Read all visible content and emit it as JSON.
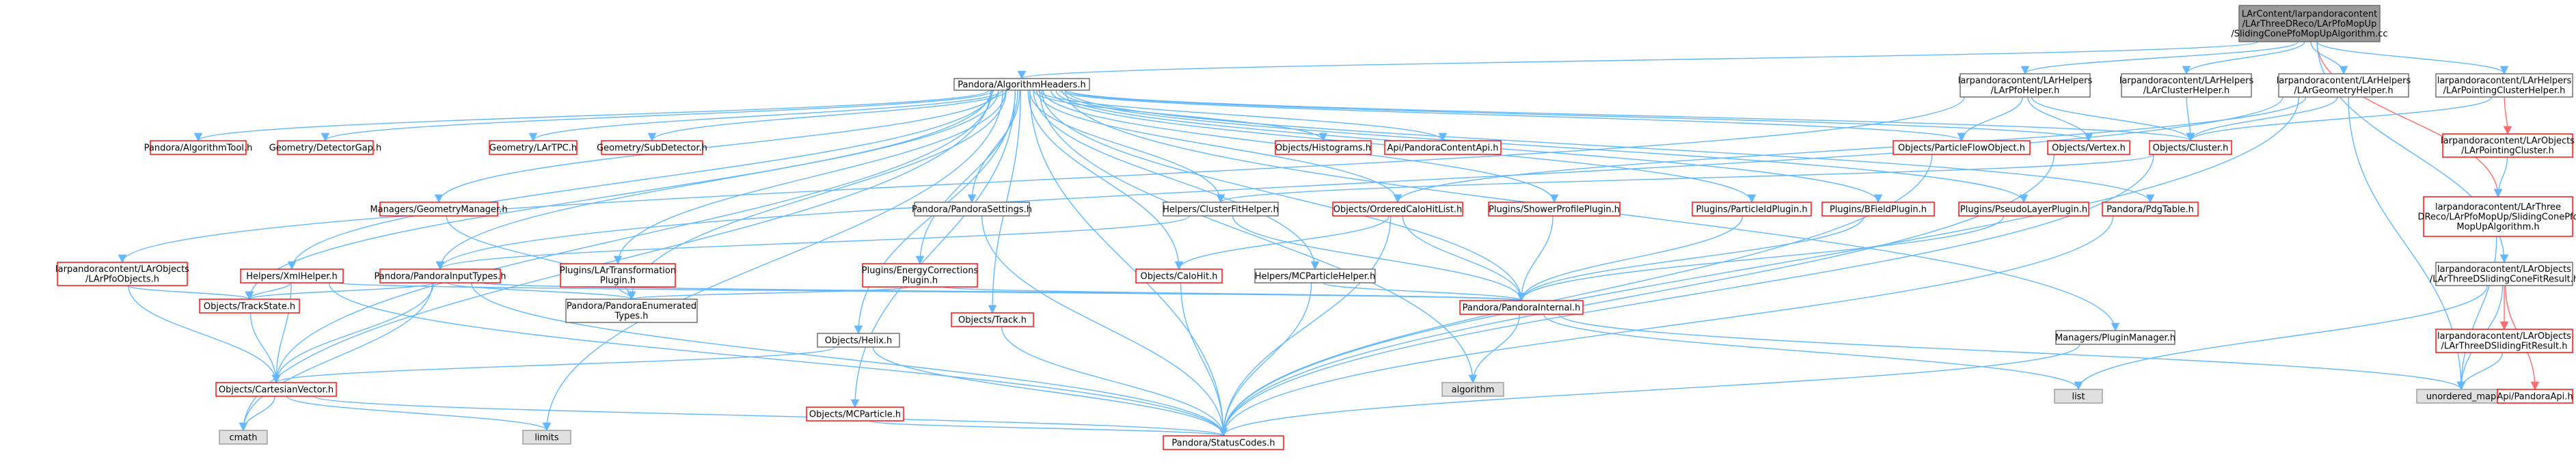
{
  "diagram": {
    "title": "",
    "style": {
      "edge_color": "#63b8ff",
      "edge_color_special": "#ff6b6b",
      "root_fill": "#999999",
      "root_border": "#666666",
      "plain_fill": "#ffffff",
      "plain_border": "#666666",
      "link_fill": "#ffffff",
      "link_border": "#ff0000",
      "system_fill": "#e0e0e0",
      "system_border": "#999999"
    },
    "nodes": [
      {
        "id": "root",
        "kind": "root",
        "lines": [
          "LArContent/larpandoracontent",
          "/LArThreeDReco/LArPfoMopUp",
          "/SlidingConePfoMopUpAlgorithm.cc"
        ]
      },
      {
        "id": "algheaders",
        "kind": "plain",
        "lines": [
          "Pandora/AlgorithmHeaders.h"
        ]
      },
      {
        "id": "pfohelper",
        "kind": "plain",
        "lines": [
          "larpandoracontent/LArHelpers",
          "/LArPfoHelper.h"
        ]
      },
      {
        "id": "clusterhelper",
        "kind": "plain",
        "lines": [
          "larpandoracontent/LArHelpers",
          "/LArClusterHelper.h"
        ]
      },
      {
        "id": "geomhelper",
        "kind": "plain",
        "lines": [
          "larpandoracontent/LArHelpers",
          "/LArGeometryHelper.h"
        ]
      },
      {
        "id": "pointclushelper",
        "kind": "plain",
        "lines": [
          "larpandoracontent/LArHelpers",
          "/LArPointingClusterHelper.h"
        ]
      },
      {
        "id": "algtool",
        "kind": "link",
        "lines": [
          "Pandora/AlgorithmTool.h"
        ]
      },
      {
        "id": "detgap",
        "kind": "link",
        "lines": [
          "Geometry/DetectorGap.h"
        ]
      },
      {
        "id": "lartpc",
        "kind": "link",
        "lines": [
          "Geometry/LArTPC.h"
        ]
      },
      {
        "id": "subdet",
        "kind": "link",
        "lines": [
          "Geometry/SubDetector.h"
        ]
      },
      {
        "id": "histos",
        "kind": "link",
        "lines": [
          "Objects/Histograms.h"
        ]
      },
      {
        "id": "contentapi",
        "kind": "link",
        "lines": [
          "Api/PandoraContentApi.h"
        ]
      },
      {
        "id": "pfoobj",
        "kind": "link",
        "lines": [
          "Objects/ParticleFlowObject.h"
        ]
      },
      {
        "id": "vertex",
        "kind": "link",
        "lines": [
          "Objects/Vertex.h"
        ]
      },
      {
        "id": "cluster",
        "kind": "link",
        "lines": [
          "Objects/Cluster.h"
        ]
      },
      {
        "id": "pointingcluster",
        "kind": "link",
        "lines": [
          "larpandoracontent/LArObjects",
          "/LArPointingCluster.h"
        ]
      },
      {
        "id": "geommgr",
        "kind": "link",
        "lines": [
          "Managers/GeometryManager.h"
        ]
      },
      {
        "id": "settings",
        "kind": "plain",
        "lines": [
          "Pandora/PandoraSettings.h"
        ]
      },
      {
        "id": "clusfithelper",
        "kind": "plain",
        "lines": [
          "Helpers/ClusterFitHelper.h"
        ]
      },
      {
        "id": "orderedcalo",
        "kind": "link",
        "lines": [
          "Objects/OrderedCaloHitList.h"
        ]
      },
      {
        "id": "showerprofile",
        "kind": "link",
        "lines": [
          "Plugins/ShowerProfilePlugin.h"
        ]
      },
      {
        "id": "pidplugin",
        "kind": "link",
        "lines": [
          "Plugins/ParticleIdPlugin.h"
        ]
      },
      {
        "id": "bfield",
        "kind": "link",
        "lines": [
          "Plugins/BFieldPlugin.h"
        ]
      },
      {
        "id": "pseudolayer",
        "kind": "link",
        "lines": [
          "Plugins/PseudoLayerPlugin.h"
        ]
      },
      {
        "id": "pdgtable",
        "kind": "link",
        "lines": [
          "Pandora/PdgTable.h"
        ]
      },
      {
        "id": "slidingconealg",
        "kind": "link",
        "lines": [
          "larpandoracontent/LArThree",
          "DReco/LArPfoMopUp/SlidingConePfo",
          "MopUpAlgorithm.h"
        ]
      },
      {
        "id": "pfoobjects",
        "kind": "link",
        "lines": [
          "larpandoracontent/LArObjects",
          "/LArPfoObjects.h"
        ]
      },
      {
        "id": "xmlhelper",
        "kind": "link",
        "lines": [
          "Helpers/XmlHelper.h"
        ]
      },
      {
        "id": "inputtypes",
        "kind": "link",
        "lines": [
          "Pandora/PandoraInputTypes.h"
        ]
      },
      {
        "id": "transplugin",
        "kind": "link",
        "lines": [
          "Plugins/LArTransformation",
          "Plugin.h"
        ]
      },
      {
        "id": "energycorr",
        "kind": "link",
        "lines": [
          "Plugins/EnergyCorrections",
          "Plugin.h"
        ]
      },
      {
        "id": "calohit",
        "kind": "link",
        "lines": [
          "Objects/CaloHit.h"
        ]
      },
      {
        "id": "mcphelper",
        "kind": "plain",
        "lines": [
          "Helpers/MCParticleHelper.h"
        ]
      },
      {
        "id": "slidingconefit",
        "kind": "plain",
        "lines": [
          "larpandoracontent/LArObjects",
          "/LArThreeDSlidingConeFitResult.h"
        ]
      },
      {
        "id": "trackstate",
        "kind": "link",
        "lines": [
          "Objects/TrackState.h"
        ]
      },
      {
        "id": "enumtypes",
        "kind": "plain",
        "lines": [
          "Pandora/PandoraEnumerated",
          "Types.h"
        ]
      },
      {
        "id": "track",
        "kind": "link",
        "lines": [
          "Objects/Track.h"
        ]
      },
      {
        "id": "helix",
        "kind": "plain",
        "lines": [
          "Objects/Helix.h"
        ]
      },
      {
        "id": "internal",
        "kind": "link",
        "lines": [
          "Pandora/PandoraInternal.h"
        ]
      },
      {
        "id": "pluginmgr",
        "kind": "plain",
        "lines": [
          "Managers/PluginManager.h"
        ]
      },
      {
        "id": "slidingfit",
        "kind": "link",
        "lines": [
          "larpandoracontent/LArObjects",
          "/LArThreeDSlidingFitResult.h"
        ]
      },
      {
        "id": "cartvec",
        "kind": "link",
        "lines": [
          "Objects/CartesianVector.h"
        ]
      },
      {
        "id": "mcparticle",
        "kind": "link",
        "lines": [
          "Objects/MCParticle.h"
        ]
      },
      {
        "id": "algorithm",
        "kind": "system",
        "lines": [
          "algorithm"
        ]
      },
      {
        "id": "list",
        "kind": "system",
        "lines": [
          "list"
        ]
      },
      {
        "id": "unorderedmap",
        "kind": "system",
        "lines": [
          "unordered_map"
        ]
      },
      {
        "id": "pandoraapi",
        "kind": "link",
        "lines": [
          "Api/PandoraApi.h"
        ]
      },
      {
        "id": "cmath",
        "kind": "system",
        "lines": [
          "cmath"
        ]
      },
      {
        "id": "limits",
        "kind": "system",
        "lines": [
          "limits"
        ]
      },
      {
        "id": "statuscodes",
        "kind": "link",
        "lines": [
          "Pandora/StatusCodes.h"
        ]
      }
    ],
    "edges": [
      [
        "root",
        "algheaders"
      ],
      [
        "root",
        "pfohelper"
      ],
      [
        "root",
        "clusterhelper"
      ],
      [
        "root",
        "geomhelper"
      ],
      [
        "root",
        "pointclushelper"
      ],
      [
        "root",
        "slidingconealg"
      ],
      [
        "root",
        "slidingconefit"
      ],
      [
        "algheaders",
        "algtool"
      ],
      [
        "algheaders",
        "detgap"
      ],
      [
        "algheaders",
        "lartpc"
      ],
      [
        "algheaders",
        "subdet"
      ],
      [
        "algheaders",
        "histos"
      ],
      [
        "algheaders",
        "contentapi"
      ],
      [
        "algheaders",
        "pfoobj"
      ],
      [
        "algheaders",
        "vertex"
      ],
      [
        "algheaders",
        "cluster"
      ],
      [
        "algheaders",
        "geommgr"
      ],
      [
        "algheaders",
        "settings"
      ],
      [
        "algheaders",
        "clusfithelper"
      ],
      [
        "algheaders",
        "orderedcalo"
      ],
      [
        "algheaders",
        "showerprofile"
      ],
      [
        "algheaders",
        "pidplugin"
      ],
      [
        "algheaders",
        "bfield"
      ],
      [
        "algheaders",
        "pseudolayer"
      ],
      [
        "algheaders",
        "pdgtable"
      ],
      [
        "algheaders",
        "xmlhelper"
      ],
      [
        "algheaders",
        "inputtypes"
      ],
      [
        "algheaders",
        "transplugin"
      ],
      [
        "algheaders",
        "energycorr"
      ],
      [
        "algheaders",
        "calohit"
      ],
      [
        "algheaders",
        "mcphelper"
      ],
      [
        "algheaders",
        "trackstate"
      ],
      [
        "algheaders",
        "enumtypes"
      ],
      [
        "algheaders",
        "track"
      ],
      [
        "algheaders",
        "helix"
      ],
      [
        "algheaders",
        "internal"
      ],
      [
        "algheaders",
        "pluginmgr"
      ],
      [
        "algheaders",
        "cartvec"
      ],
      [
        "algheaders",
        "mcparticle"
      ],
      [
        "algheaders",
        "statuscodes"
      ],
      [
        "algheaders",
        "cmath"
      ],
      [
        "algheaders",
        "limits"
      ],
      [
        "algheaders",
        "algorithm"
      ],
      [
        "pfohelper",
        "pfoobjects"
      ],
      [
        "pfohelper",
        "pfoobj"
      ],
      [
        "pfohelper",
        "vertex"
      ],
      [
        "pfohelper",
        "cluster"
      ],
      [
        "clusterhelper",
        "cluster"
      ],
      [
        "geomhelper",
        "cluster"
      ],
      [
        "geomhelper",
        "unorderedmap"
      ],
      [
        "geomhelper",
        "statuscodes"
      ],
      [
        "geomhelper",
        "inputtypes"
      ],
      [
        "geomhelper",
        "orderedcalo"
      ],
      [
        "pointclushelper",
        "cluster"
      ],
      [
        "pointclushelper",
        "pointingcluster"
      ],
      [
        "pointingcluster",
        "slidingconealg"
      ],
      [
        "slidingconealg",
        "unorderedmap"
      ],
      [
        "cluster",
        "clusfithelper"
      ],
      [
        "cluster",
        "statuscodes"
      ],
      [
        "pfoobj",
        "statuscodes"
      ],
      [
        "vertex",
        "statuscodes"
      ],
      [
        "geommgr",
        "enumtypes"
      ],
      [
        "settings",
        "statuscodes"
      ],
      [
        "clusfithelper",
        "inputtypes"
      ],
      [
        "clusfithelper",
        "internal"
      ],
      [
        "orderedcalo",
        "calohit"
      ],
      [
        "orderedcalo",
        "internal"
      ],
      [
        "orderedcalo",
        "statuscodes"
      ],
      [
        "showerprofile",
        "internal"
      ],
      [
        "pidplugin",
        "internal"
      ],
      [
        "bfield",
        "internal"
      ],
      [
        "pseudolayer",
        "internal"
      ],
      [
        "pdgtable",
        "statuscodes"
      ],
      [
        "pfoobjects",
        "trackstate"
      ],
      [
        "pfoobjects",
        "cartvec"
      ],
      [
        "xmlhelper",
        "trackstate"
      ],
      [
        "xmlhelper",
        "cartvec"
      ],
      [
        "xmlhelper",
        "internal"
      ],
      [
        "xmlhelper",
        "statuscodes"
      ],
      [
        "inputtypes",
        "trackstate"
      ],
      [
        "inputtypes",
        "enumtypes"
      ],
      [
        "inputtypes",
        "cartvec"
      ],
      [
        "inputtypes",
        "cmath"
      ],
      [
        "inputtypes",
        "internal"
      ],
      [
        "inputtypes",
        "statuscodes"
      ],
      [
        "transplugin",
        "enumtypes"
      ],
      [
        "energycorr",
        "enumtypes"
      ],
      [
        "energycorr",
        "internal"
      ],
      [
        "calohit",
        "statuscodes"
      ],
      [
        "mcphelper",
        "internal"
      ],
      [
        "mcphelper",
        "statuscodes"
      ],
      [
        "trackstate",
        "cartvec"
      ],
      [
        "track",
        "statuscodes"
      ],
      [
        "helix",
        "cartvec"
      ],
      [
        "helix",
        "statuscodes"
      ],
      [
        "internal",
        "list"
      ],
      [
        "internal",
        "unorderedmap"
      ],
      [
        "internal",
        "algorithm"
      ],
      [
        "pluginmgr",
        "statuscodes"
      ],
      [
        "slidingconefit",
        "slidingfit"
      ],
      [
        "slidingconefit",
        "list"
      ],
      [
        "slidingconefit",
        "unorderedmap"
      ],
      [
        "slidingconefit",
        "pandoraapi"
      ],
      [
        "slidingfit",
        "unorderedmap"
      ],
      [
        "cartvec",
        "cmath"
      ],
      [
        "cartvec",
        "limits"
      ],
      [
        "cartvec",
        "statuscodes"
      ],
      [
        "mcparticle",
        "statuscodes"
      ]
    ],
    "special_edges": [
      [
        "root",
        "slidingconealg"
      ],
      [
        "pointclushelper",
        "pointingcluster"
      ],
      [
        "slidingconefit",
        "slidingfit"
      ],
      [
        "slidingconefit",
        "pandoraapi"
      ]
    ]
  }
}
